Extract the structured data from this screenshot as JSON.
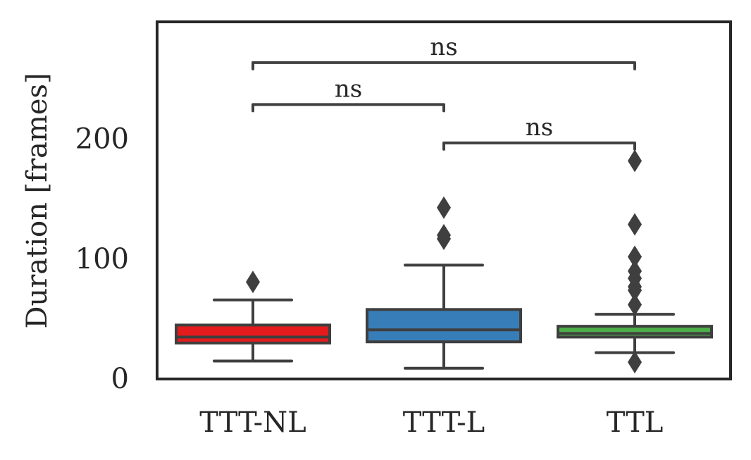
{
  "chart_data": {
    "type": "box",
    "ylabel": "Duration [frames]",
    "xlabel": "",
    "ylim": [
      0,
      298
    ],
    "yticks": [
      0,
      100,
      200
    ],
    "grid": false,
    "categories": [
      "TTT-NL",
      "TTT-L",
      "TTL"
    ],
    "boxes": [
      {
        "category": "TTT-NL",
        "color": "#e41a1c",
        "whisker_low": 15,
        "q1": 30,
        "median": 35,
        "q3": 45,
        "whisker_high": 66,
        "fliers": [
          81
        ]
      },
      {
        "category": "TTT-L",
        "color": "#377eb8",
        "whisker_low": 9,
        "q1": 31,
        "median": 41,
        "q3": 58,
        "whisker_high": 95,
        "fliers": [
          117,
          120,
          143
        ]
      },
      {
        "category": "TTL",
        "color": "#4daf4a",
        "whisker_low": 22,
        "q1": 35,
        "median": 38,
        "q3": 44,
        "whisker_high": 54,
        "fliers": [
          14,
          62,
          74,
          77,
          84,
          90,
          102,
          129,
          182
        ]
      }
    ],
    "annotations": [
      {
        "from": "TTT-NL",
        "to": "TTL",
        "text": "ns",
        "y": 264
      },
      {
        "from": "TTT-NL",
        "to": "TTT-L",
        "text": "ns",
        "y": 229
      },
      {
        "from": "TTT-L",
        "to": "TTL",
        "text": "ns",
        "y": 197
      }
    ],
    "colors": {
      "line": "#3f3f3f",
      "frame": "#262626"
    }
  }
}
